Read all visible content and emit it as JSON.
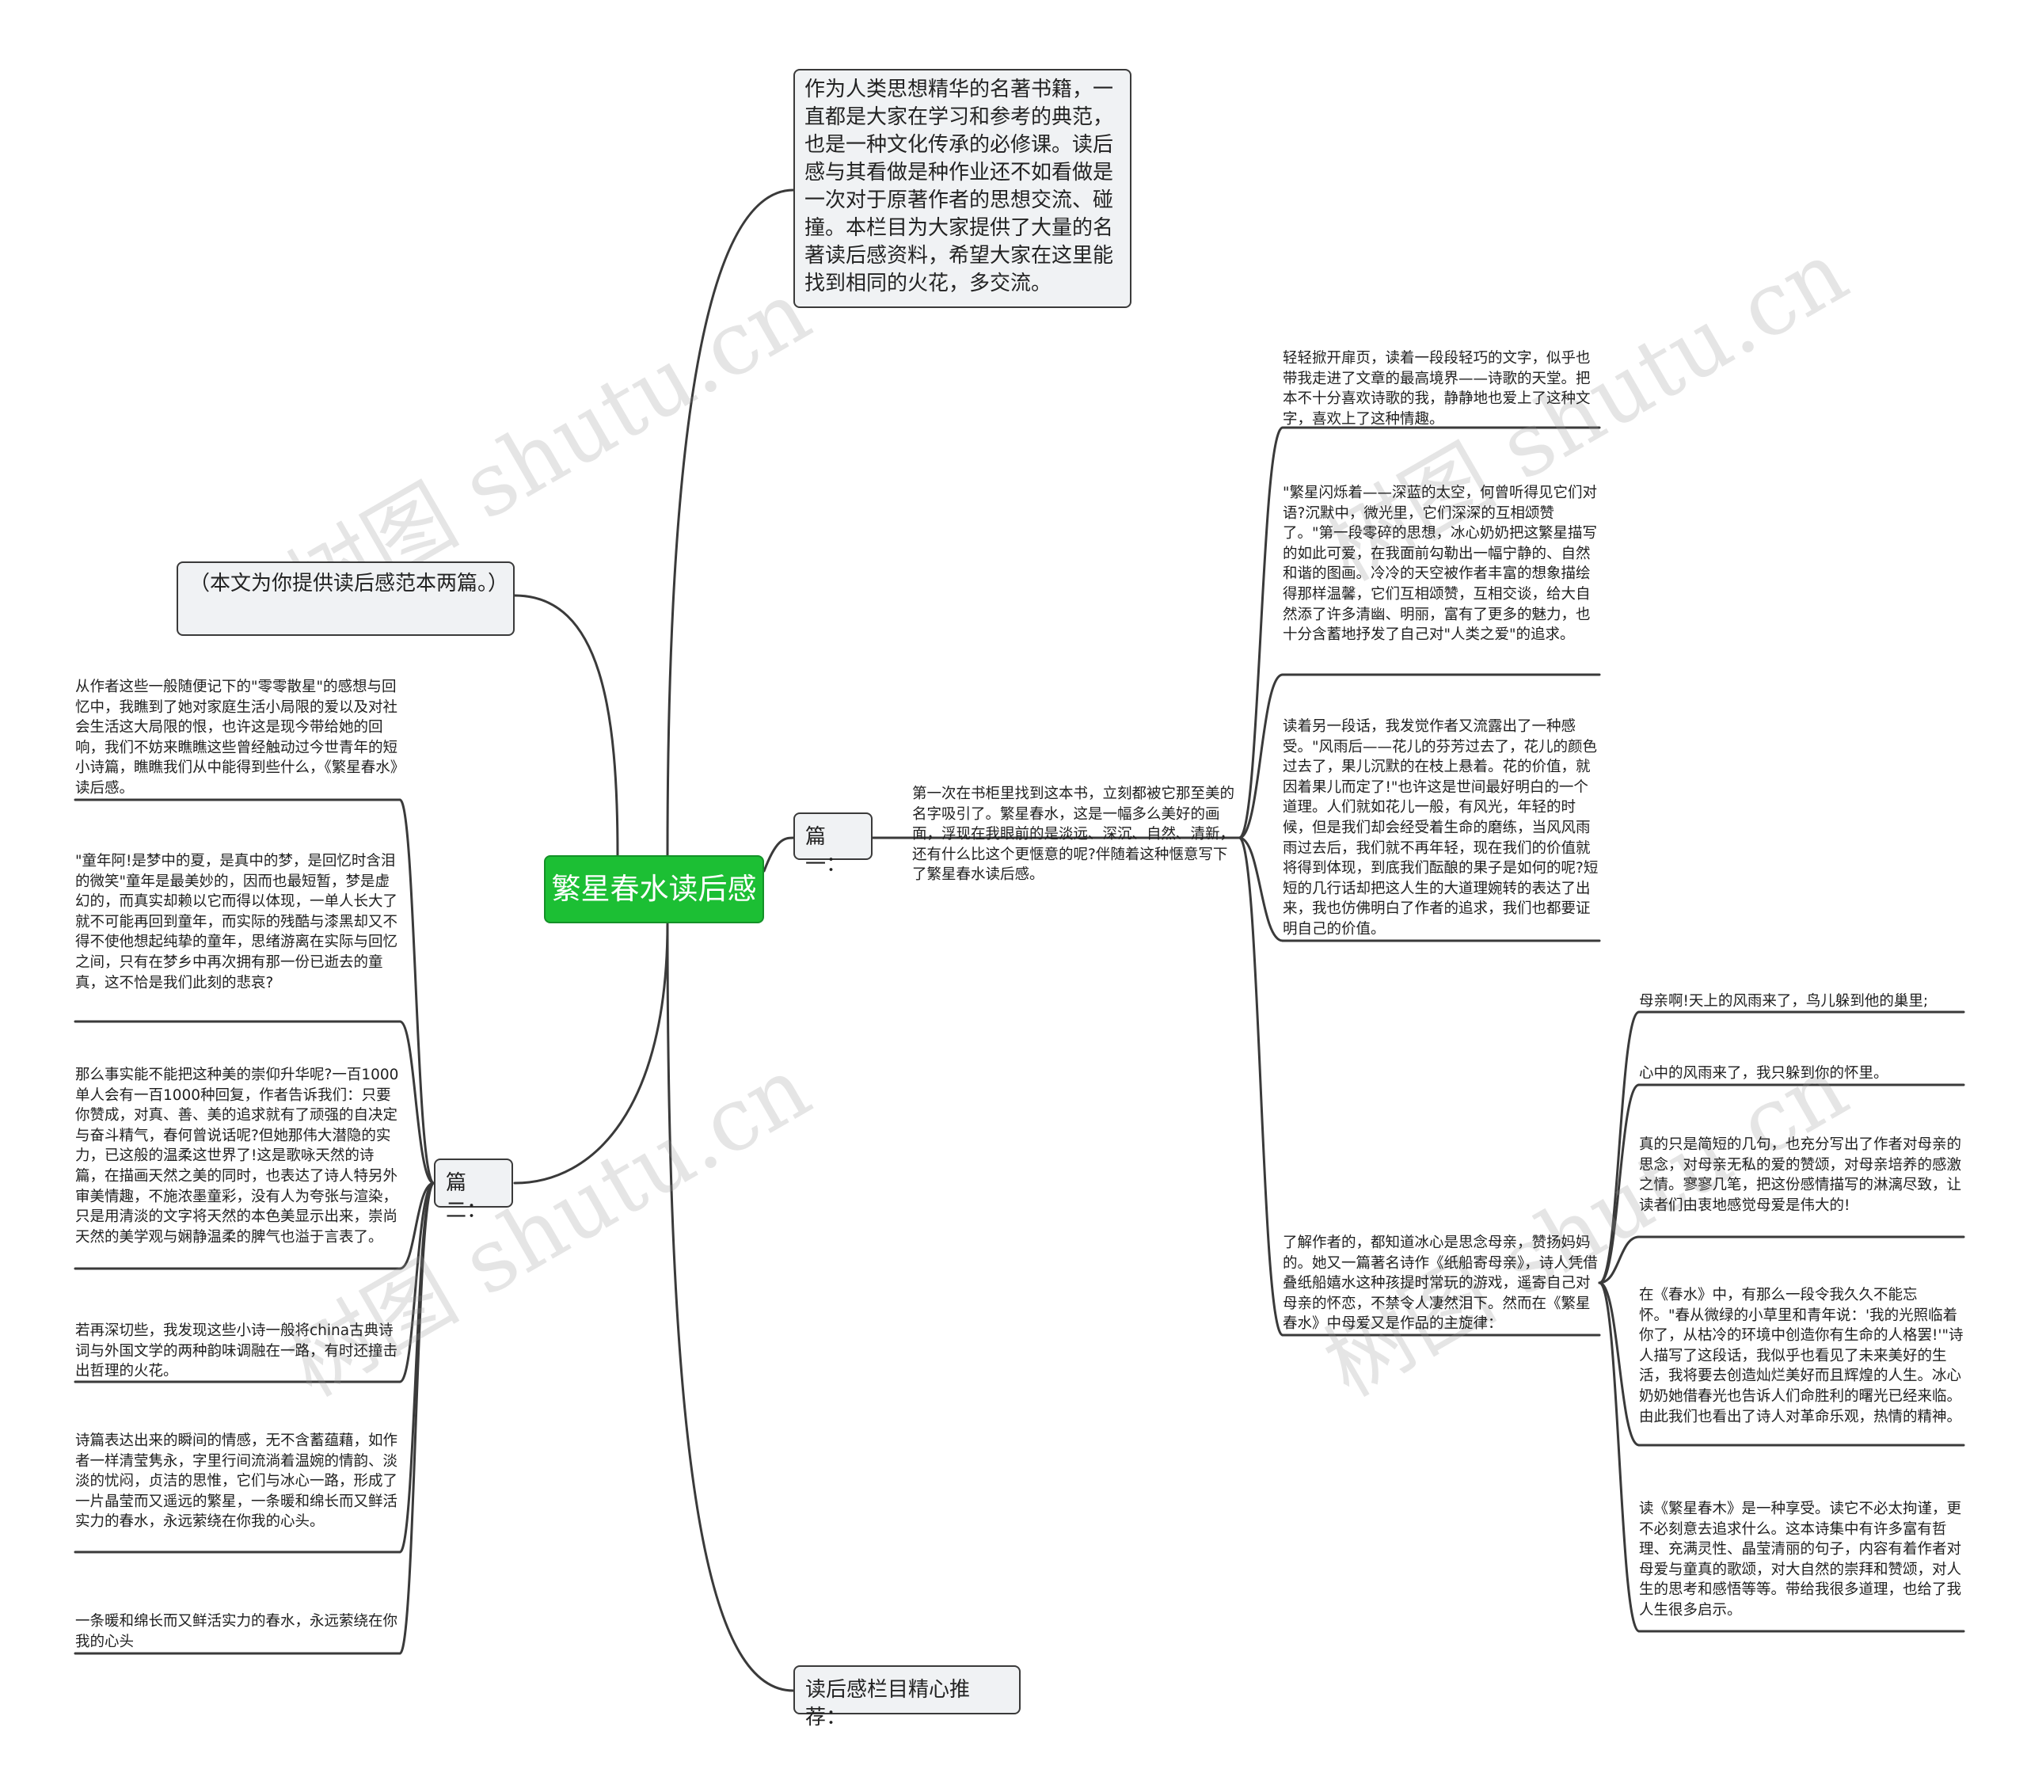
{
  "root": {
    "title": "繁星春水读后感"
  },
  "intro": {
    "text": "作为人类思想精华的名著书籍，一直都是大家在学习和参考的典范，也是一种文化传承的必修课。读后感与其看做是种作业还不如看做是一次对于原著作者的思想交流、碰撞。本栏目为大家提供了大量的名著读后感资料，希望大家在这里能找到相同的火花，多交流。"
  },
  "note": {
    "text": "（本文为你提供读后感范本两篇。）"
  },
  "part1": {
    "label": "篇一：",
    "summary": "第一次在书柜里找到这本书，立刻都被它那至美的名字吸引了。繁星春水，这是一幅多么美好的画面，浮现在我眼前的是淡远、深沉、自然、清新，还有什么比这个更惬意的呢?伴随着这种惬意写下了繁星春水读后感。",
    "paras": [
      "轻轻掀开扉页，读着一段段轻巧的文字，似乎也带我走进了文章的最高境界——诗歌的天堂。把本不十分喜欢诗歌的我，静静地也爱上了这种文字，喜欢上了这种情趣。",
      "\"繁星闪烁着——深蓝的太空，何曾听得见它们对语?沉默中，微光里，它们深深的互相颂赞了。\"第一段零碎的思想，冰心奶奶把这繁星描写的如此可爱，在我面前勾勒出一幅宁静的、自然和谐的图画。冷冷的天空被作者丰富的想象描绘得那样温馨，它们互相颂赞，互相交谈，给大自然添了许多清幽、明丽，富有了更多的魅力，也十分含蓄地抒发了自己对\"人类之爱\"的追求。",
      "读着另一段话，我发觉作者又流露出了一种感受。\"风雨后——花儿的芬芳过去了，花儿的颜色过去了，果儿沉默的在枝上悬着。花的价值，就因着果儿而定了!\"也许这是世间最好明白的一个道理。人们就如花儿一般，有风光，年轻的时候，但是我们却会经受着生命的磨练，当风风雨雨过去后，我们就不再年轻，现在我们的价值就将得到体现，到底我们酝酿的果子是如何的呢?短短的几行话却把这人生的大道理婉转的表达了出来，我也仿佛明白了作者的追求，我们也都要证明自己的价值。",
      "了解作者的，都知道冰心是思念母亲，赞扬妈妈的。她又一篇著名诗作《纸船寄母亲》，诗人凭借叠纸船嬉水这种孩提时常玩的游戏，遥寄自己对母亲的怀恋，不禁令人凄然泪下。然而在《繁星春水》中母爱又是作品的主旋律："
    ],
    "sub": [
      "母亲啊!天上的风雨来了，鸟儿躲到他的巢里;",
      "心中的风雨来了，我只躲到你的怀里。",
      "真的只是简短的几句，也充分写出了作者对母亲的思念，对母亲无私的爱的赞颂，对母亲培养的感激之情。寥寥几笔，把这份感情描写的淋漓尽致，让读者们由衷地感觉母爱是伟大的!",
      "在《春水》中，有那么一段令我久久不能忘怀。\"春从微绿的小草里和青年说：'我的光照临着你了，从枯冷的环境中创造你有生命的人格罢!'\"诗人描写了这段话，我似乎也看见了未来美好的生活，我将要去创造灿烂美好而且辉煌的人生。冰心奶奶她借春光也告诉人们命胜利的曙光已经来临。由此我们也看出了诗人对革命乐观，热情的精神。",
      "读《繁星春木》是一种享受。读它不必太拘谨，更不必刻意去追求什么。这本诗集中有许多富有哲理、充满灵性、晶莹清丽的句子，内容有着作者对母爱与童真的歌颂，对大自然的崇拜和赞颂，对人生的思考和感悟等等。带给我很多道理，也给了我人生很多启示。"
    ]
  },
  "part2": {
    "label": "篇二：",
    "paras": [
      "从作者这些一般随便记下的\"零零散星\"的感想与回忆中，我瞧到了她对家庭生活小局限的爱以及对社会生活这大局限的恨，也许这是现今带给她的回响，我们不妨来瞧瞧这些曾经触动过今世青年的短小诗篇，瞧瞧我们从中能得到些什么，《繁星春水》读后感。",
      "\"童年阿!是梦中的夏，是真中的梦，是回忆时含泪的微笑\"童年是最美妙的，因而也最短暂，梦是虚幻的，而真实却赖以它而得以体现，一单人长大了就不可能再回到童年，而实际的残酷与漆黑却又不得不使他想起纯挚的童年，思绪游离在实际与回忆之间，只有在梦乡中再次拥有那一份已逝去的童真，这不恰是我们此刻的悲哀?",
      "那么事实能不能把这种美的崇仰升华呢?一百1000单人会有一百1000种回复，作者告诉我们：只要你赞成，对真、善、美的追求就有了顽强的自决定与奋斗精气，春何曾说话呢?但她那伟大潜隐的实力，已这般的温柔这世界了!这是歌咏天然的诗篇，在描画天然之美的同时，也表达了诗人特另外审美情趣，不施浓墨童彩，没有人为夸张与渲染，只是用清淡的文字将天然的本色美显示出来，崇尚天然的美学观与娴静温柔的脾气也溢于言表了。",
      "若再深切些，我发现这些小诗一般将china古典诗词与外国文学的两种韵味调融在一路，有时还撞击出哲理的火花。",
      "诗篇表达出来的瞬间的情感，无不含蓄蕴藉，如作者一样清莹隽永，字里行间流淌着温婉的情韵、淡淡的忧闷，贞洁的思惟，它们与冰心一路，形成了一片晶莹而又遥远的繁星，一条暖和绵长而又鲜活实力的春水，永远萦绕在你我的心头。",
      "一条暖和绵长而又鲜活实力的春水，永远萦绕在你我的心头"
    ]
  },
  "recommend": {
    "label": "读后感栏目精心推荐："
  },
  "watermark": "树图 shutu.cn"
}
